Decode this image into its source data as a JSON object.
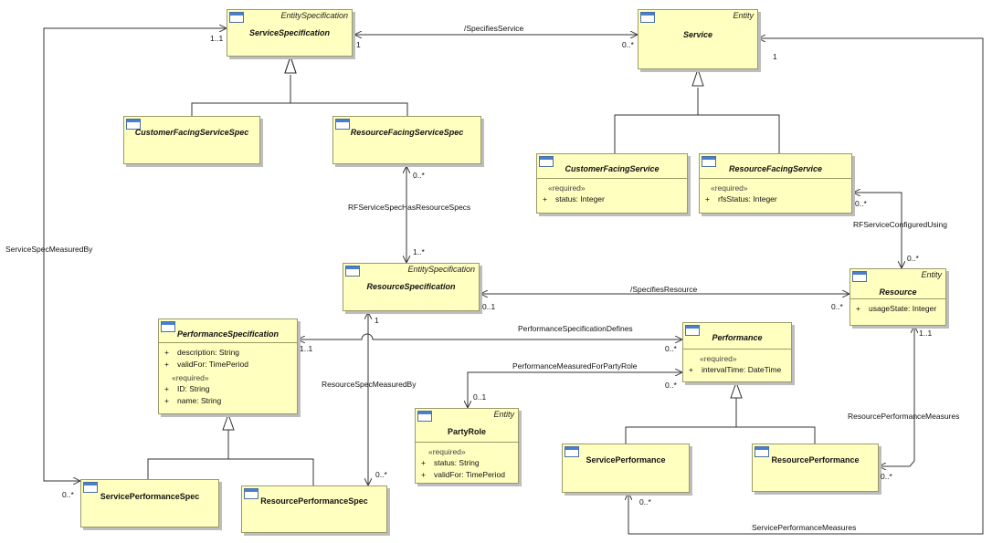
{
  "classes": {
    "service_specification": {
      "stereotype": "EntitySpecification",
      "name": "ServiceSpecification"
    },
    "service": {
      "stereotype": "Entity",
      "name": "Service"
    },
    "customer_facing_service_spec": {
      "name": "CustomerFacingServiceSpec"
    },
    "resource_facing_service_spec": {
      "name": "ResourceFacingServiceSpec"
    },
    "customer_facing_service": {
      "name": "CustomerFacingService",
      "section": "«required»",
      "attrs": [
        {
          "vis": "+",
          "text": "status: Integer"
        }
      ]
    },
    "resource_facing_service": {
      "name": "ResourceFacingService",
      "section": "«required»",
      "attrs": [
        {
          "vis": "+",
          "text": "rfsStatus: Integer"
        }
      ]
    },
    "resource_specification": {
      "stereotype": "EntitySpecification",
      "name": "ResourceSpecification"
    },
    "resource": {
      "stereotype": "Entity",
      "name": "Resource",
      "attrs": [
        {
          "vis": "+",
          "text": "usageState: Integer"
        }
      ]
    },
    "performance_specification": {
      "name": "PerformanceSpecification",
      "attrs": [
        {
          "vis": "+",
          "text": "description: String"
        },
        {
          "vis": "+",
          "text": "validFor: TimePeriod"
        }
      ],
      "section": "«required»",
      "attrs2": [
        {
          "vis": "+",
          "text": "ID: String"
        },
        {
          "vis": "+",
          "text": "name: String"
        }
      ]
    },
    "performance": {
      "name": "Performance",
      "section": "«required»",
      "attrs": [
        {
          "vis": "+",
          "text": "intervalTime: DateTime"
        }
      ]
    },
    "party_role": {
      "stereotype": "Entity",
      "name": "PartyRole",
      "section": "«required»",
      "attrs": [
        {
          "vis": "+",
          "text": "status: String"
        },
        {
          "vis": "+",
          "text": "validFor: TimePeriod"
        }
      ]
    },
    "service_performance": {
      "name": "ServicePerformance"
    },
    "resource_performance": {
      "name": "ResourcePerformance"
    },
    "service_performance_spec": {
      "name": "ServicePerformanceSpec"
    },
    "resource_performance_spec": {
      "name": "ResourcePerformanceSpec"
    }
  },
  "associations": {
    "specifies_service": "/SpecifiesService",
    "rf_service_spec_has_resource_specs": "RFServiceSpecHasResourceSpecs",
    "rf_service_configured_using": "RFServiceConfiguredUsing",
    "specifies_resource": "/SpecifiesResource",
    "performance_specification_defines": "PerformanceSpecificationDefines",
    "performance_measured_for_party_role": "PerformanceMeasuredForPartyRole",
    "resource_spec_measured_by": "ResourceSpecMeasuredBy",
    "service_spec_measured_by": "ServiceSpecMeasuredBy",
    "resource_performance_measures": "ResourcePerformanceMeasures",
    "service_performance_measures": "ServicePerformanceMeasures"
  },
  "multiplicities": {
    "ss_top": "1..1",
    "ss_right": "1",
    "svc_left": "0..*",
    "svc_right": "1",
    "rfss_bottom": "0..*",
    "rs_top": "1..*",
    "rfs_bottom": "0..*",
    "res_top": "0..*",
    "rs_right": "0..1",
    "res_left": "0..*",
    "rs_bottom": "1",
    "ps_right": "1..1",
    "perf_left_top": "0..*",
    "perf_left_bottom": "0..*",
    "pr_top": "0..1",
    "res_bottom": "1..1",
    "rp_left": "0..*",
    "sp_bottom": "0..*",
    "rps_top": "0..*",
    "sps_left": "0..*"
  }
}
